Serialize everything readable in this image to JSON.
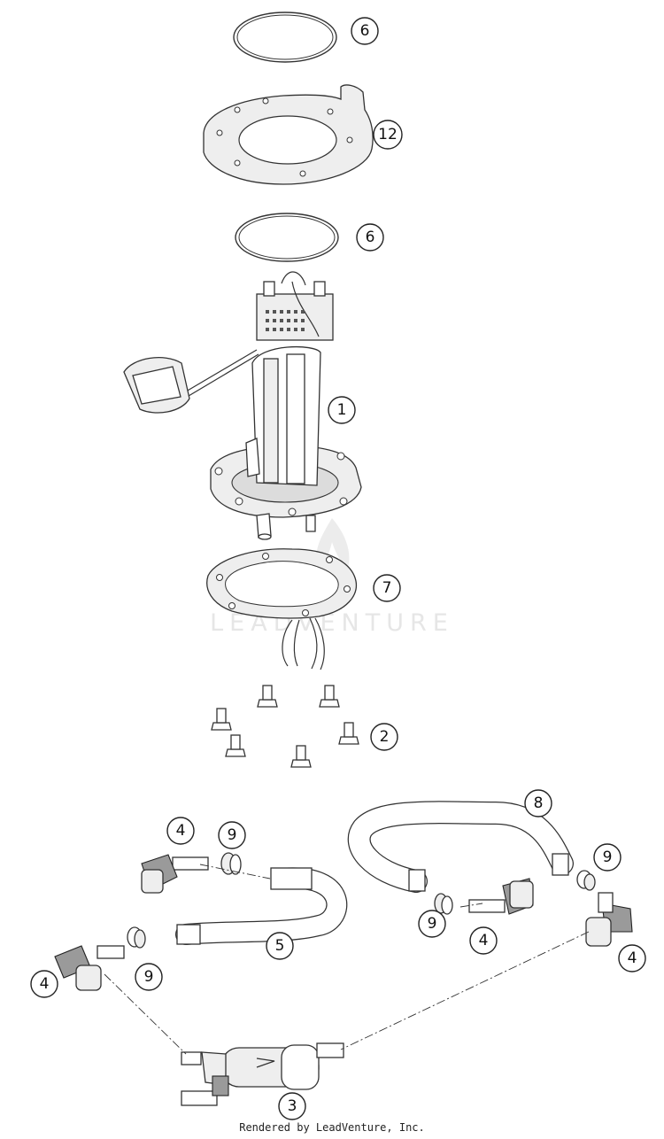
{
  "callouts": [
    {
      "label": "6"
    },
    {
      "label": "12"
    },
    {
      "label": "6"
    },
    {
      "label": "1"
    },
    {
      "label": "7"
    },
    {
      "label": "2"
    },
    {
      "label": "8"
    },
    {
      "label": "4"
    },
    {
      "label": "9"
    },
    {
      "label": "9"
    },
    {
      "label": "9"
    },
    {
      "label": "4"
    },
    {
      "label": "5"
    },
    {
      "label": "4"
    },
    {
      "label": "9"
    },
    {
      "label": "4"
    },
    {
      "label": "3"
    }
  ],
  "watermark": {
    "text": "LEADVENTURE"
  },
  "footer": {
    "credit": "Rendered by LeadVenture, Inc."
  }
}
